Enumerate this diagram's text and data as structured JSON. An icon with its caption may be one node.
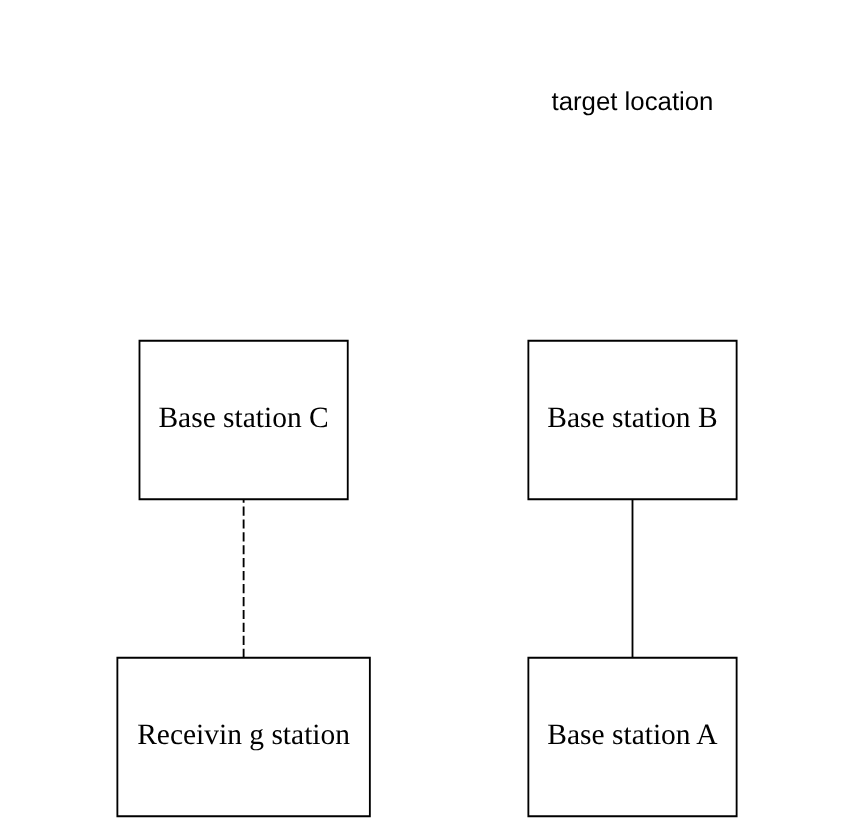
{
  "diagram": {
    "nodes": [
      {
        "text": [
          "Base station C"
        ]
      },
      {
        "text": [
          "Base station B"
        ]
      },
      {
        "text": [
          "Base station A"
        ]
      },
      {
        "text": [
          "Receivin g station"
        ]
      }
    ],
    "edges": [
      {
        "from": 2,
        "to": 1,
        "arrow": "none"
      },
      {
        "from": 3,
        "to": 0,
        "arrow": "none",
        "style": "dashed"
      }
    ],
    "labels": [
      "target location"
    ]
  }
}
